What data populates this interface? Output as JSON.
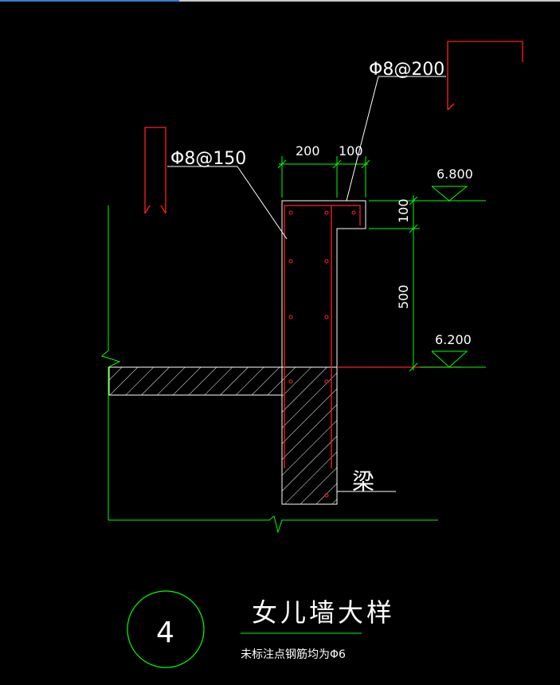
{
  "drawing": {
    "title": "女儿墙大样",
    "note": "未标注点钢筋均为Φ6",
    "detail_number": "4",
    "rebar_top": "Φ8@200",
    "rebar_wall": "Φ8@150",
    "dim_width_main": "200",
    "dim_width_cap": "100",
    "dim_height_cap": "100",
    "dim_height_wall": "500",
    "elev_top": "6.800",
    "elev_bottom": "6.200",
    "beam_label": "梁"
  },
  "colors": {
    "background": "#000000",
    "outline": "#ffffff",
    "rebar": "#ff2020",
    "dimension": "#00ff00",
    "leader": "#ffffff"
  }
}
